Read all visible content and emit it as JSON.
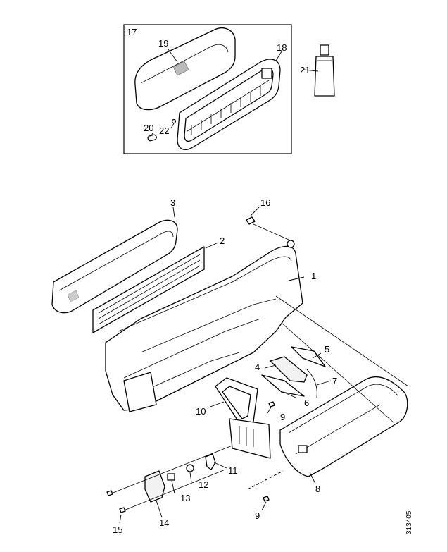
{
  "callouts": {
    "c1": "1",
    "c2": "2",
    "c3": "3",
    "c4": "4",
    "c5": "5",
    "c6": "6",
    "c7": "7",
    "c8": "8",
    "c9a": "9",
    "c9b": "9",
    "c10": "10",
    "c11": "11",
    "c12": "12",
    "c13": "13",
    "c14": "14",
    "c15": "15",
    "c16": "16",
    "c17": "17",
    "c18": "18",
    "c19": "19",
    "c20": "20",
    "c21": "21",
    "c22": "22"
  },
  "reference_number": "313405",
  "colors": {
    "line": "#000000",
    "background": "#ffffff",
    "shade": "#f2f2f2"
  }
}
